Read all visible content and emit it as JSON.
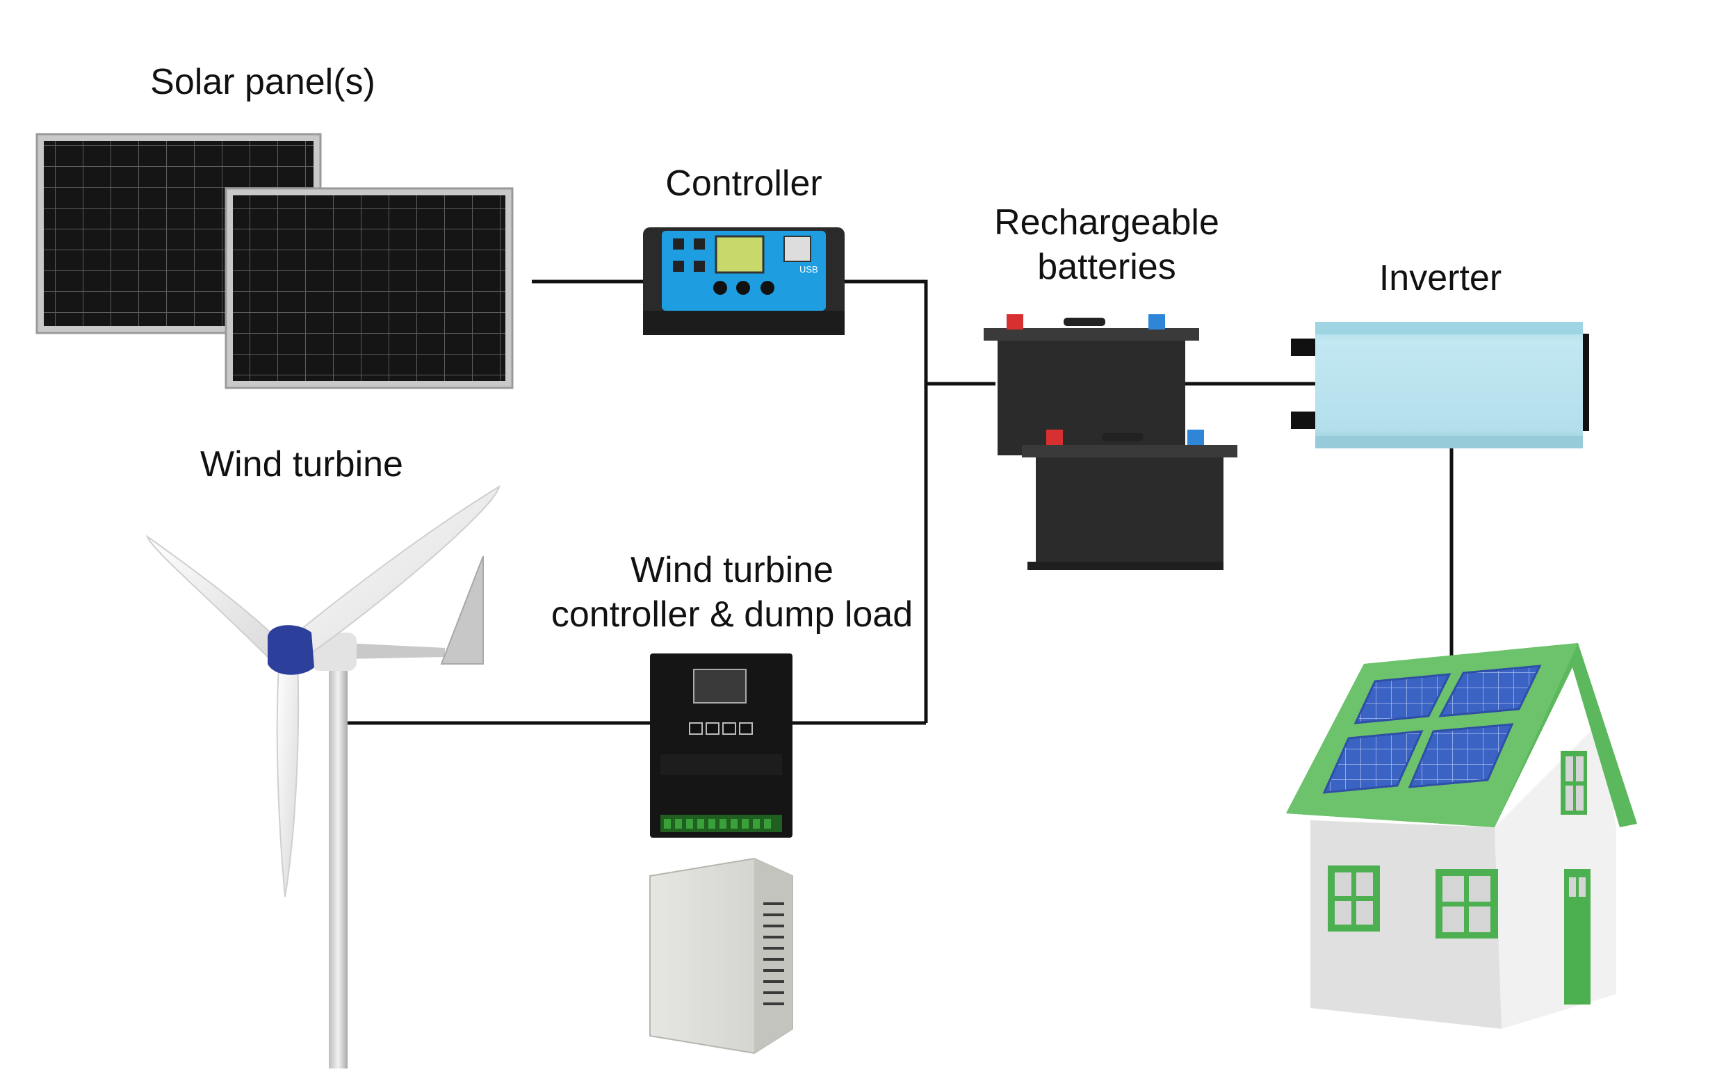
{
  "labels": {
    "solar_panels": "Solar panel(s)",
    "controller": "Controller",
    "batteries_line1": "Rechargeable",
    "batteries_line2": "batteries",
    "inverter": "Inverter",
    "wind_turbine": "Wind turbine",
    "wind_controller_line1": "Wind turbine",
    "wind_controller_line2": "controller & dump load"
  },
  "controller_panel": {
    "usb_label": "USB"
  },
  "colors": {
    "wire": "#111111",
    "controller_blue": "#1e9ee0",
    "inverter_blue": "#b4e0ec",
    "roof_green": "#5cb85c",
    "battery_body": "#2b2b2b",
    "terminal_positive": "#d83030",
    "terminal_negative": "#2f86d6",
    "turbine_hub": "#2c3f9a"
  }
}
